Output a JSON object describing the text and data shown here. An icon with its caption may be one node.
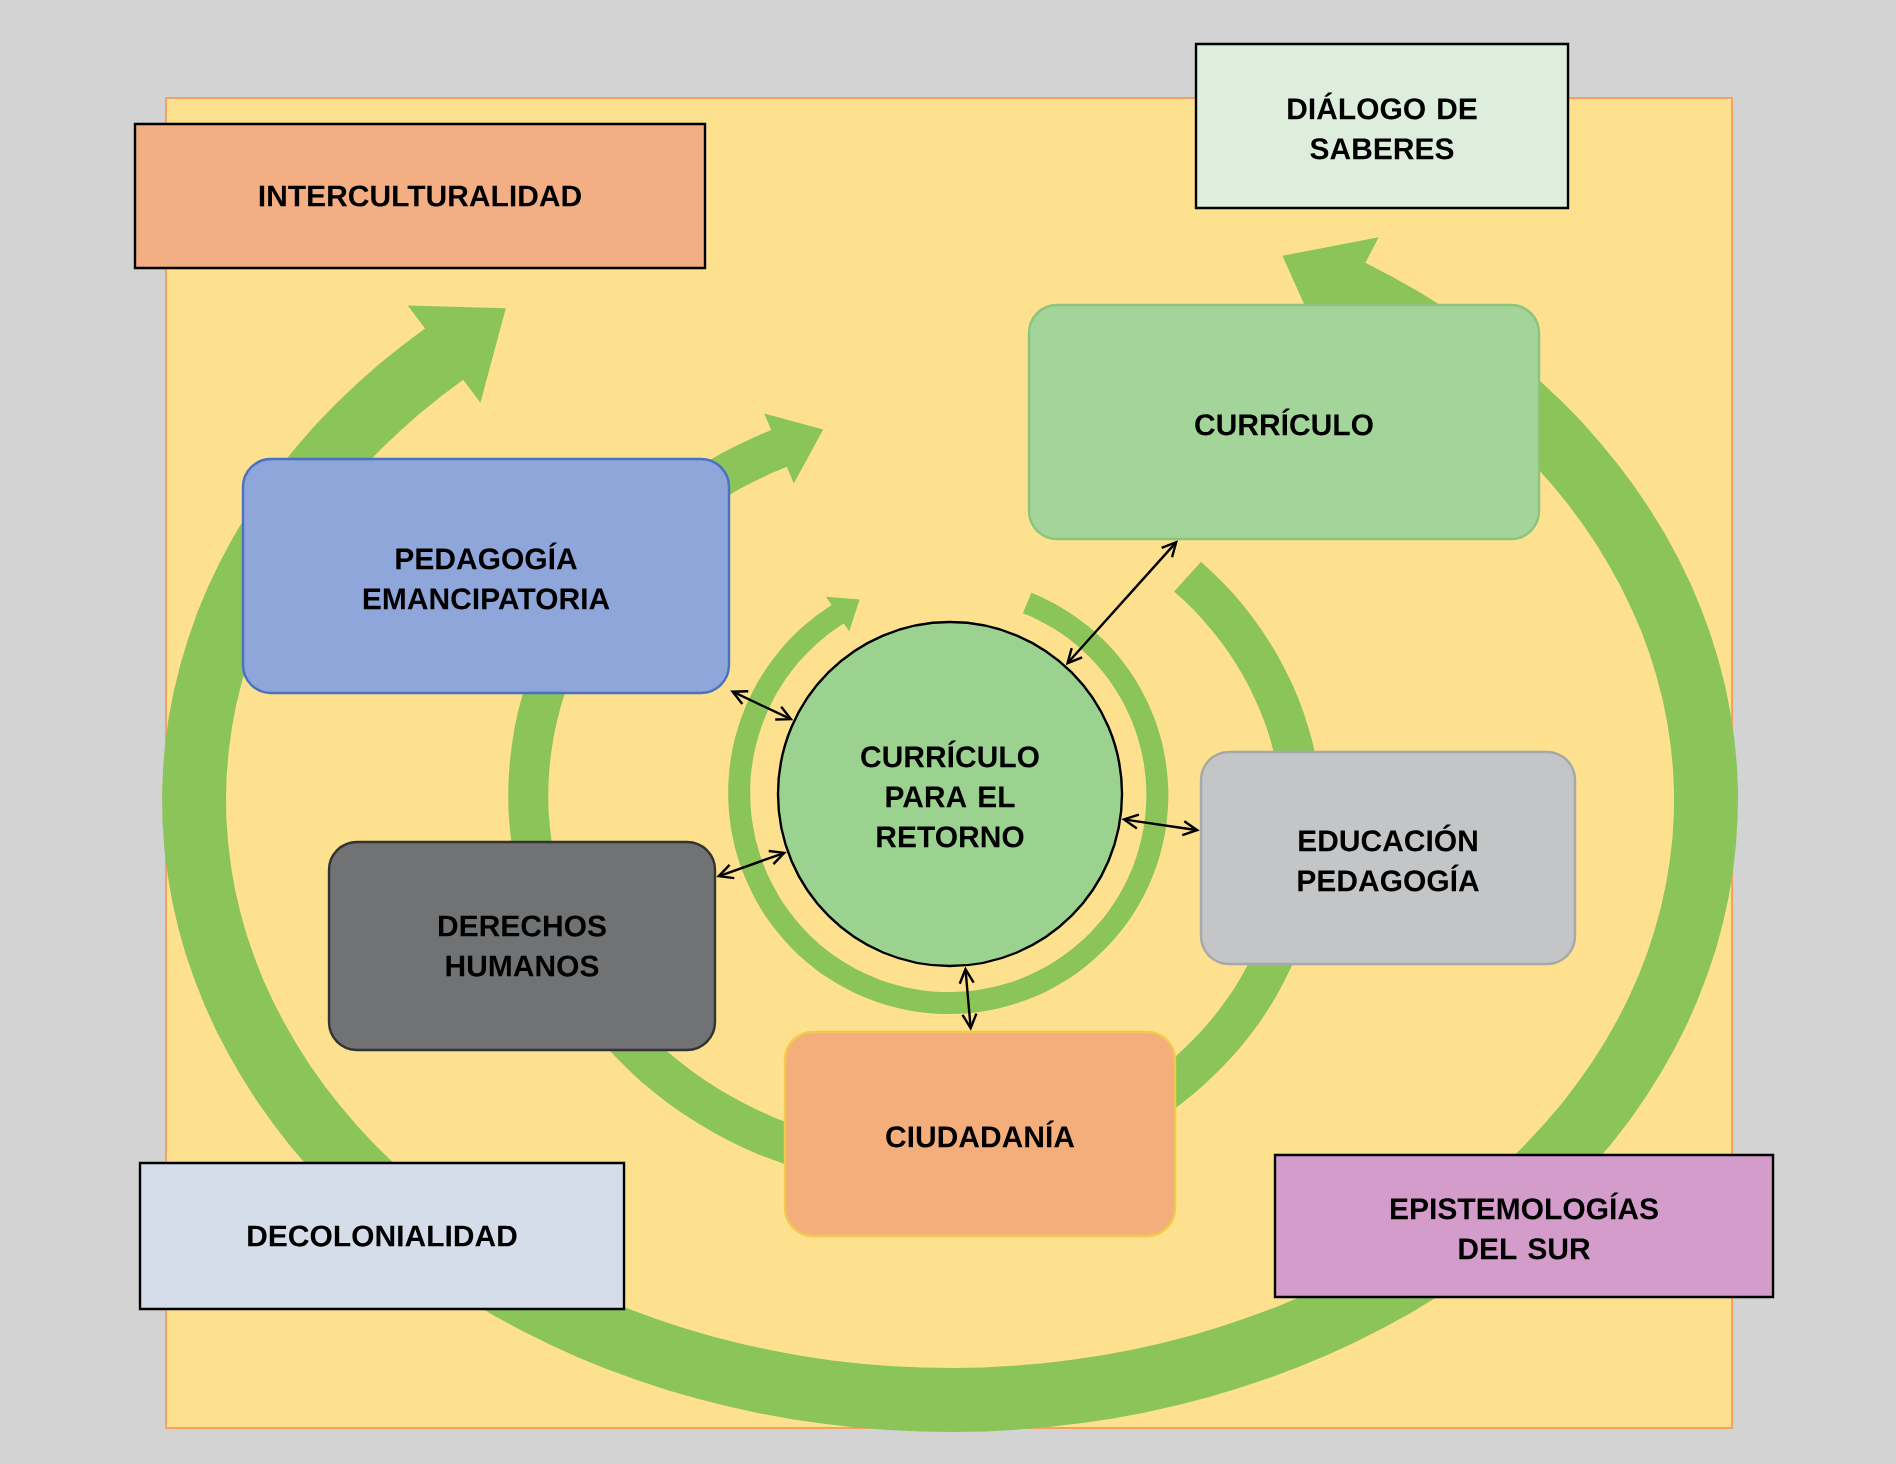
{
  "diagram": {
    "nodes": [
      {
        "text": [
          "INTERCULTURALIDAD"
        ]
      },
      {
        "text": [
          "DIÁLOGO DE SABERES"
        ]
      },
      {
        "text": [
          "CURRÍCULO"
        ]
      },
      {
        "text": [
          "PEDAGOGÍA EMANCIPATORIA"
        ]
      },
      {
        "text": [
          "CURRÍCULO PARA EL RETORNO"
        ]
      },
      {
        "text": [
          "EDUCACIÓN PEDAGOGÍA"
        ]
      },
      {
        "text": [
          "DERECHOS HUMANOS"
        ]
      },
      {
        "text": [
          "CIUDADANÍA"
        ]
      },
      {
        "text": [
          "DECOLONIALIDAD"
        ]
      },
      {
        "text": [
          "EPISTEMOLOGÍAS DEL SUR"
        ]
      }
    ],
    "edges": [
      {
        "from": 4,
        "to": 3,
        "arrow": "both"
      },
      {
        "from": 4,
        "to": 2,
        "arrow": "both"
      },
      {
        "from": 4,
        "to": 5,
        "arrow": "both"
      },
      {
        "from": 4,
        "to": 7,
        "arrow": "both"
      },
      {
        "from": 4,
        "to": 6,
        "arrow": "both"
      }
    ]
  }
}
